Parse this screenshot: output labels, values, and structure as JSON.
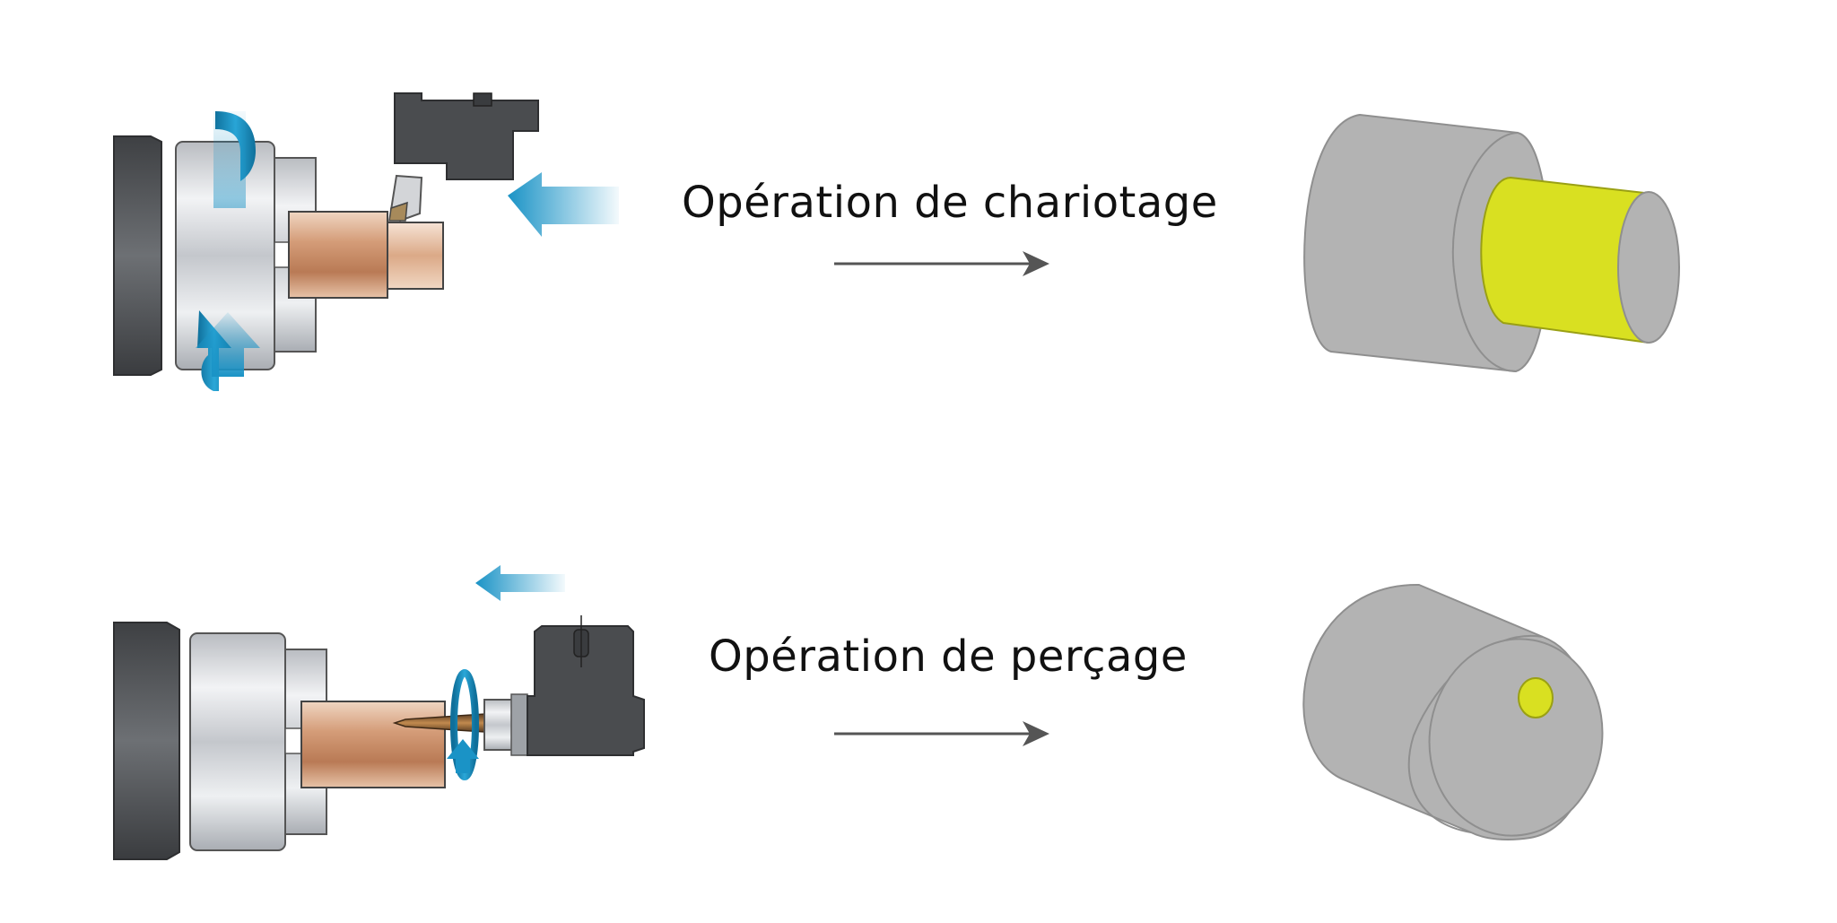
{
  "operations": [
    {
      "id": "chariotage",
      "label": "Opération de chariotage",
      "finished_part_highlight": "turned outer diameter"
    },
    {
      "id": "percage",
      "label": "Opération de perçage",
      "finished_part_highlight": "drilled hole"
    }
  ],
  "colors": {
    "machine_dark": "#4a4c4f",
    "chuck_silver": "#d8dade",
    "workpiece_copper": "#c98f6a",
    "motion_arrow_blue": "#1a93c6",
    "result_gray": "#b3b3b3",
    "highlight_yellow": "#d9e021",
    "flow_arrow": "#555555"
  },
  "icons": {
    "flow_arrow": "right-arrow-icon",
    "feed_arrow": "left-feed-arrow-icon",
    "rotation_arrow": "rotation-arrow-icon"
  }
}
